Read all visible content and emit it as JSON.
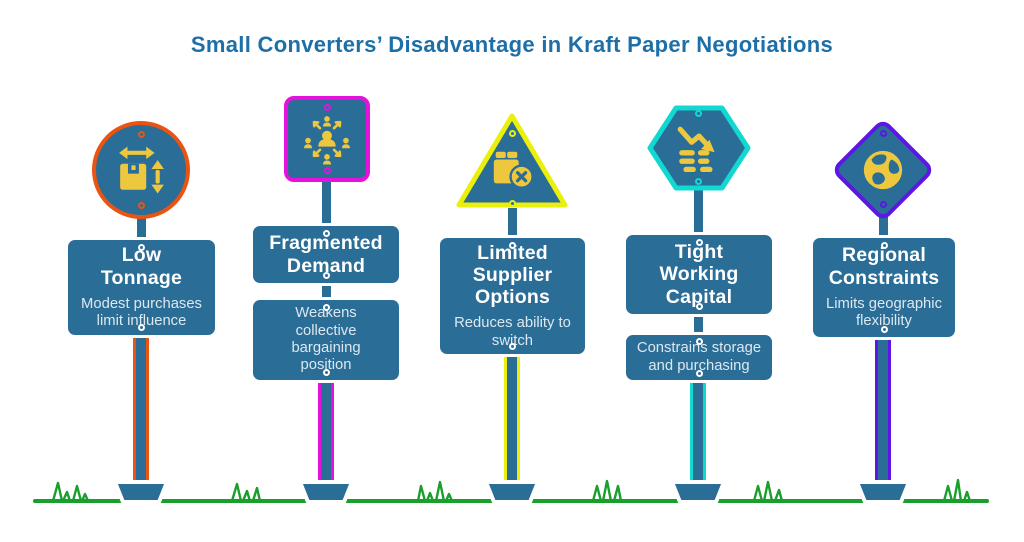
{
  "title": "Small Converters’ Disadvantage in Kraft Paper Negotiations",
  "colors": {
    "teal": "#2A6D96",
    "green": "#1A9E2C",
    "title_blue": "#1E6FA8",
    "icon_yellow": "#EDC83F",
    "white": "#FFFFFF"
  },
  "signs": [
    {
      "name": "low-tonnage",
      "shape": "circle",
      "accent": "#EA5310",
      "icon": "package-measure-icon",
      "title": "Low\nTonnage",
      "description": "Modest purchases\nlimit influence"
    },
    {
      "name": "fragmented-demand",
      "shape": "square",
      "accent": "#E412DC",
      "icon": "scattered-group-icon",
      "title": "Fragmented\nDemand",
      "description": "Weakens\ncollective\nbargaining\nposition"
    },
    {
      "name": "limited-supplier-options",
      "shape": "triangle",
      "accent": "#EAEF0B",
      "icon": "box-cancel-icon",
      "title": "Limited\nSupplier\nOptions",
      "description": "Reduces ability to\nswitch"
    },
    {
      "name": "tight-working-capital",
      "shape": "hexagon",
      "accent": "#12D8D2",
      "icon": "declining-finance-icon",
      "title": "Tight\nWorking\nCapital",
      "description": "Constrains storage\nand purchasing"
    },
    {
      "name": "regional-constraints",
      "shape": "diamond",
      "accent": "#5D17E5",
      "icon": "globe-icon",
      "title": "Regional\nConstraints",
      "description": "Limits geographic\nflexibility"
    }
  ]
}
